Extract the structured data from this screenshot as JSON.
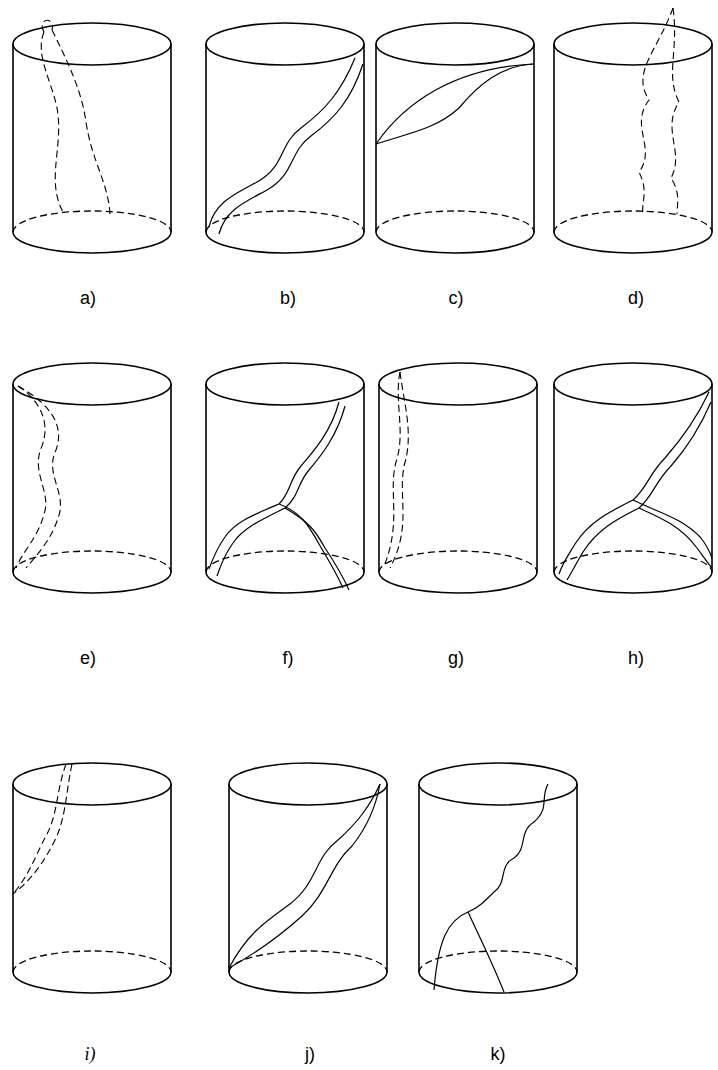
{
  "diagram": {
    "labels": [
      "a)",
      "b)",
      "c)",
      "d)",
      "e)",
      "f)",
      "g)",
      "h)",
      "i)",
      "j)",
      "k)"
    ]
  }
}
